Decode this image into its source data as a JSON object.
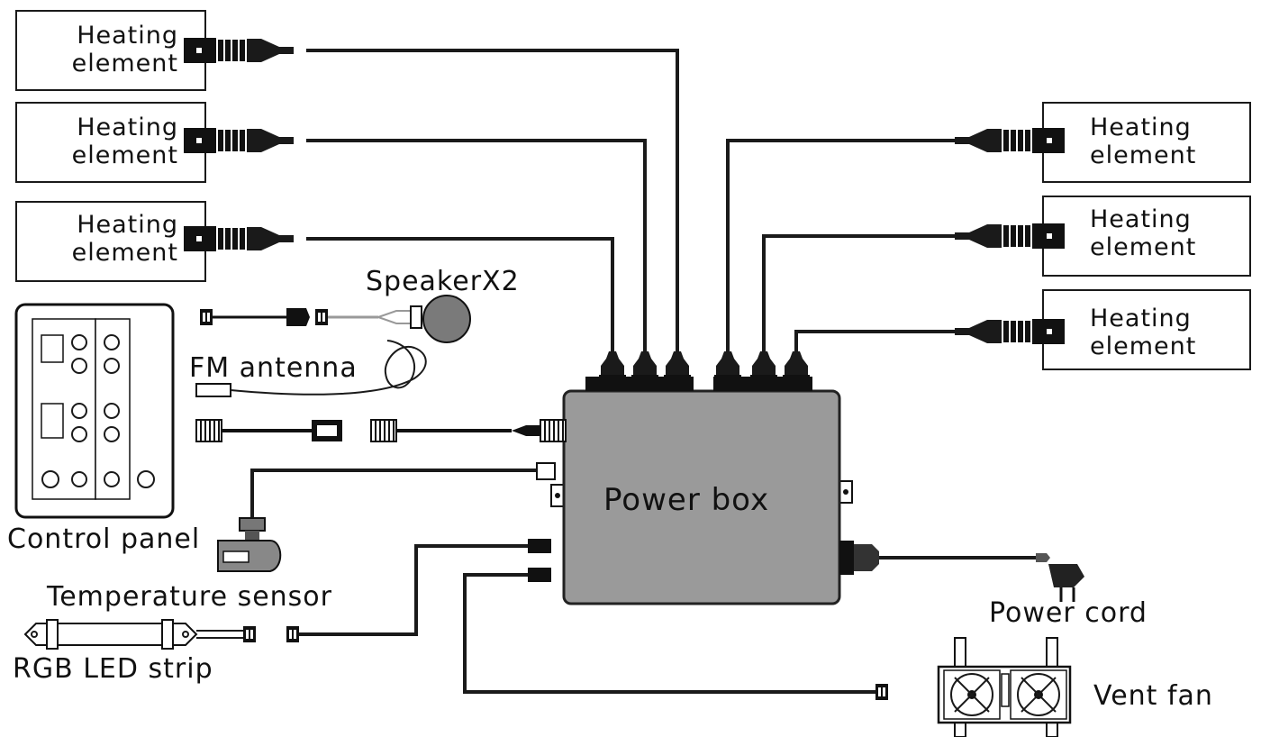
{
  "heating_elements_left": [
    "Heating\nelement",
    "Heating\nelement",
    "Heating\nelement"
  ],
  "heating_elements_right": [
    "Heating\nelement",
    "Heating\nelement",
    "Heating\nelement"
  ],
  "labels": {
    "speaker": "SpeakerX2",
    "fm_antenna": "FM antenna",
    "control_panel": "Control panel",
    "temperature_sensor": "Temperature sensor",
    "rgb_led_strip": "RGB LED strip",
    "power_box": "Power box",
    "power_cord": "Power cord",
    "vent_fan": "Vent fan"
  },
  "colors": {
    "power_box_fill": "#9a9a9a",
    "wire": "#1a1a1a",
    "background": "#ffffff"
  }
}
